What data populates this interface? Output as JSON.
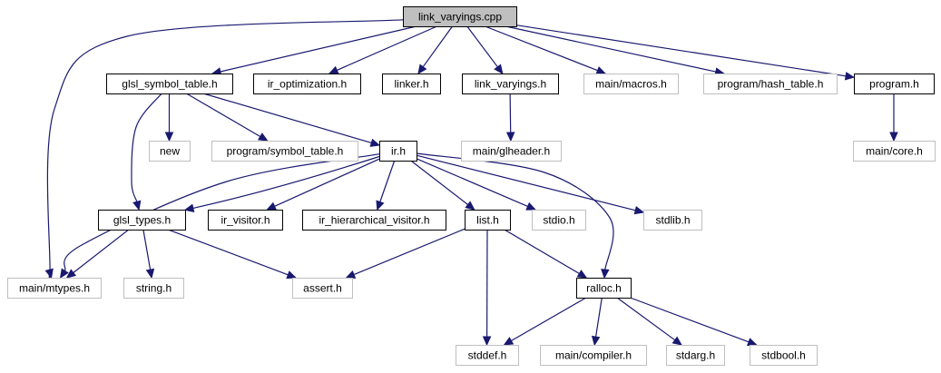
{
  "graph": {
    "nodes": [
      {
        "id": "link_varyings_cpp",
        "label": "link_varyings.cpp",
        "kind": "root"
      },
      {
        "id": "glsl_symbol_table_h",
        "label": "glsl_symbol_table.h",
        "kind": "documented"
      },
      {
        "id": "ir_optimization_h",
        "label": "ir_optimization.h",
        "kind": "documented"
      },
      {
        "id": "linker_h",
        "label": "linker.h",
        "kind": "documented"
      },
      {
        "id": "link_varyings_h",
        "label": "link_varyings.h",
        "kind": "documented"
      },
      {
        "id": "main_macros_h",
        "label": "main/macros.h",
        "kind": "external"
      },
      {
        "id": "program_hash_table_h",
        "label": "program/hash_table.h",
        "kind": "external"
      },
      {
        "id": "program_h",
        "label": "program.h",
        "kind": "documented"
      },
      {
        "id": "new",
        "label": "new",
        "kind": "external"
      },
      {
        "id": "program_symbol_table_h",
        "label": "program/symbol_table.h",
        "kind": "external"
      },
      {
        "id": "ir_h",
        "label": "ir.h",
        "kind": "documented"
      },
      {
        "id": "main_glheader_h",
        "label": "main/glheader.h",
        "kind": "external"
      },
      {
        "id": "main_core_h",
        "label": "main/core.h",
        "kind": "external"
      },
      {
        "id": "glsl_types_h",
        "label": "glsl_types.h",
        "kind": "documented"
      },
      {
        "id": "ir_visitor_h",
        "label": "ir_visitor.h",
        "kind": "documented"
      },
      {
        "id": "ir_hierarchical_visitor_h",
        "label": "ir_hierarchical_visitor.h",
        "kind": "documented"
      },
      {
        "id": "list_h",
        "label": "list.h",
        "kind": "documented"
      },
      {
        "id": "stdio_h",
        "label": "stdio.h",
        "kind": "external"
      },
      {
        "id": "stdlib_h",
        "label": "stdlib.h",
        "kind": "external"
      },
      {
        "id": "main_mtypes_h",
        "label": "main/mtypes.h",
        "kind": "external"
      },
      {
        "id": "string_h",
        "label": "string.h",
        "kind": "external"
      },
      {
        "id": "assert_h",
        "label": "assert.h",
        "kind": "external"
      },
      {
        "id": "ralloc_h",
        "label": "ralloc.h",
        "kind": "documented"
      },
      {
        "id": "stddef_h",
        "label": "stddef.h",
        "kind": "external"
      },
      {
        "id": "main_compiler_h",
        "label": "main/compiler.h",
        "kind": "external"
      },
      {
        "id": "stdarg_h",
        "label": "stdarg.h",
        "kind": "external"
      },
      {
        "id": "stdbool_h",
        "label": "stdbool.h",
        "kind": "external"
      }
    ],
    "edges": [
      [
        "link_varyings_cpp",
        "main_mtypes_h"
      ],
      [
        "link_varyings_cpp",
        "glsl_symbol_table_h"
      ],
      [
        "link_varyings_cpp",
        "ir_optimization_h"
      ],
      [
        "link_varyings_cpp",
        "linker_h"
      ],
      [
        "link_varyings_cpp",
        "link_varyings_h"
      ],
      [
        "link_varyings_cpp",
        "main_macros_h"
      ],
      [
        "link_varyings_cpp",
        "program_hash_table_h"
      ],
      [
        "link_varyings_cpp",
        "program_h"
      ],
      [
        "glsl_symbol_table_h",
        "new"
      ],
      [
        "glsl_symbol_table_h",
        "program_symbol_table_h"
      ],
      [
        "glsl_symbol_table_h",
        "ir_h"
      ],
      [
        "glsl_symbol_table_h",
        "glsl_types_h"
      ],
      [
        "link_varyings_h",
        "main_glheader_h"
      ],
      [
        "program_h",
        "main_core_h"
      ],
      [
        "ir_h",
        "main_mtypes_h"
      ],
      [
        "ir_h",
        "glsl_types_h"
      ],
      [
        "ir_h",
        "ir_visitor_h"
      ],
      [
        "ir_h",
        "ir_hierarchical_visitor_h"
      ],
      [
        "ir_h",
        "list_h"
      ],
      [
        "ir_h",
        "stdio_h"
      ],
      [
        "ir_h",
        "stdlib_h"
      ],
      [
        "ir_h",
        "ralloc_h"
      ],
      [
        "glsl_types_h",
        "main_mtypes_h"
      ],
      [
        "glsl_types_h",
        "string_h"
      ],
      [
        "glsl_types_h",
        "assert_h"
      ],
      [
        "list_h",
        "assert_h"
      ],
      [
        "list_h",
        "stddef_h"
      ],
      [
        "list_h",
        "ralloc_h"
      ],
      [
        "ralloc_h",
        "stddef_h"
      ],
      [
        "ralloc_h",
        "main_compiler_h"
      ],
      [
        "ralloc_h",
        "stdarg_h"
      ],
      [
        "ralloc_h",
        "stdbool_h"
      ]
    ]
  },
  "colors": {
    "root_fill": "#bfbfbf",
    "documented_border": "#000000",
    "external_border": "#bfbfbf",
    "edge": "#191970"
  }
}
